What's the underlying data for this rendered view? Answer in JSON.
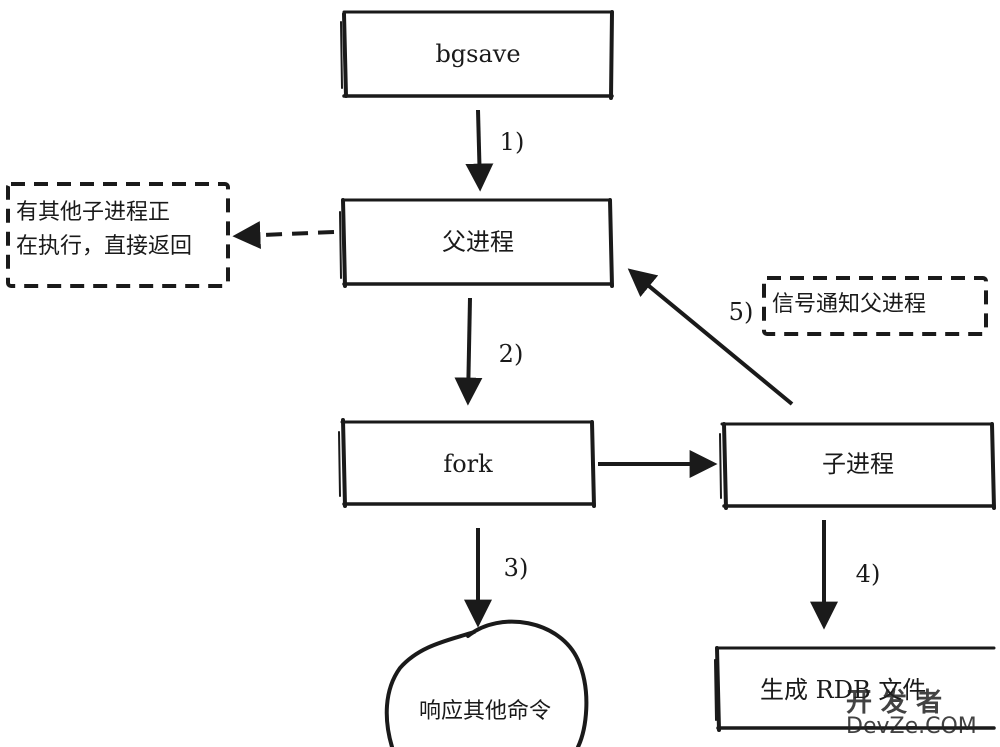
{
  "nodes": {
    "bgsave": "bgsave",
    "parent": "父进程",
    "fork": "fork",
    "child": "子进程",
    "respond": "响应其他命令",
    "generate": "生成 RDB 文件"
  },
  "notes": {
    "busy_line1": "有其他子进程正",
    "busy_line2": "在执行，直接返回",
    "signal": "信号通知父进程"
  },
  "steps": {
    "s1": "1)",
    "s2": "2)",
    "s3": "3)",
    "s4": "4)",
    "s5": "5)"
  },
  "watermark": {
    "line1": "开 发 者",
    "line2": "DevZe.COM"
  }
}
